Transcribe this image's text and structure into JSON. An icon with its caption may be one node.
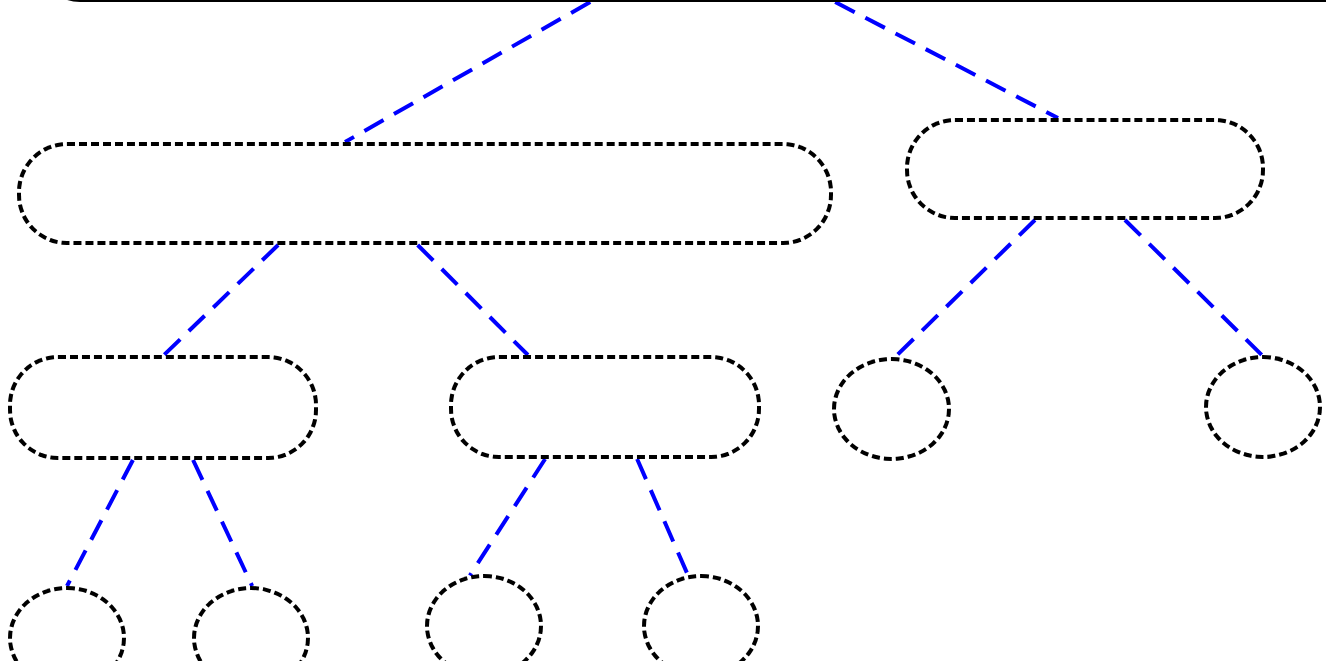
{
  "diagram": {
    "nodes": [
      {
        "text": [],
        "shape": "box"
      },
      {
        "text": [],
        "shape": "capsule"
      },
      {
        "text": [],
        "shape": "capsule"
      },
      {
        "text": [],
        "shape": "capsule"
      },
      {
        "text": [],
        "shape": "capsule"
      },
      {
        "text": [],
        "shape": "circle"
      },
      {
        "text": [],
        "shape": "circle"
      },
      {
        "text": [],
        "shape": "circle"
      },
      {
        "text": [],
        "shape": "circle"
      },
      {
        "text": [],
        "shape": "circle"
      },
      {
        "text": [],
        "shape": "circle"
      }
    ],
    "edges": [
      {
        "from": 0,
        "to": 1,
        "arrow": "none",
        "style": "dashed"
      },
      {
        "from": 0,
        "to": 2,
        "arrow": "none",
        "style": "dashed"
      },
      {
        "from": 1,
        "to": 3,
        "arrow": "none",
        "style": "dashed"
      },
      {
        "from": 1,
        "to": 4,
        "arrow": "none",
        "style": "dashed"
      },
      {
        "from": 2,
        "to": 5,
        "arrow": "none",
        "style": "dashed"
      },
      {
        "from": 2,
        "to": 6,
        "arrow": "none",
        "style": "dashed"
      },
      {
        "from": 3,
        "to": 7,
        "arrow": "none",
        "style": "dashed"
      },
      {
        "from": 3,
        "to": 8,
        "arrow": "none",
        "style": "dashed"
      },
      {
        "from": 4,
        "to": 9,
        "arrow": "none",
        "style": "dashed"
      },
      {
        "from": 4,
        "to": 10,
        "arrow": "none",
        "style": "dashed"
      }
    ]
  }
}
